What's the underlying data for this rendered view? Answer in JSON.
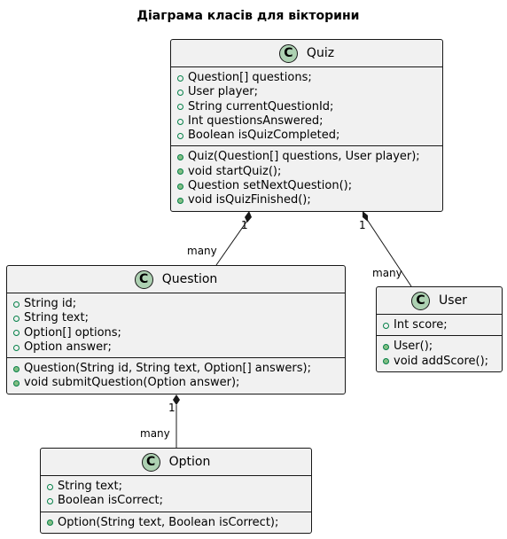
{
  "diagram": {
    "title": "Діаграма класів для вікторини",
    "classes": {
      "quiz": {
        "name": "Quiz",
        "badge": "C",
        "fields": [
          "Question[] questions;",
          "User player;",
          "String currentQuestionId;",
          "Int questionsAnswered;",
          "Boolean isQuizCompleted;"
        ],
        "methods": [
          "Quiz(Question[] questions, User player);",
          "void startQuiz();",
          "Question setNextQuestion();",
          "void isQuizFinished();"
        ]
      },
      "question": {
        "name": "Question",
        "badge": "C",
        "fields": [
          "String id;",
          "String text;",
          "Option[] options;",
          "Option answer;"
        ],
        "methods": [
          "Question(String id, String text, Option[] answers);",
          "void submitQuestion(Option answer);"
        ]
      },
      "user": {
        "name": "User",
        "badge": "C",
        "fields": [
          "Int score;"
        ],
        "methods": [
          "User();",
          "void addScore();"
        ]
      },
      "option": {
        "name": "Option",
        "badge": "C",
        "fields": [
          "String text;",
          "Boolean isCorrect;"
        ],
        "methods": [
          "Option(String text, Boolean isCorrect);"
        ]
      }
    },
    "relations": [
      {
        "from": "Quiz",
        "to": "Question",
        "type": "composition",
        "from_mult": "1",
        "to_mult": "many"
      },
      {
        "from": "Quiz",
        "to": "User",
        "type": "composition",
        "from_mult": "1",
        "to_mult": "many"
      },
      {
        "from": "Question",
        "to": "Option",
        "type": "composition",
        "from_mult": "1",
        "to_mult": "many"
      }
    ],
    "colors": {
      "class_fill": "#f1f1f1",
      "border": "#181818",
      "badge_fill": "#add1b2",
      "field_marker": "#038048",
      "method_marker_fill": "#84be84"
    }
  }
}
